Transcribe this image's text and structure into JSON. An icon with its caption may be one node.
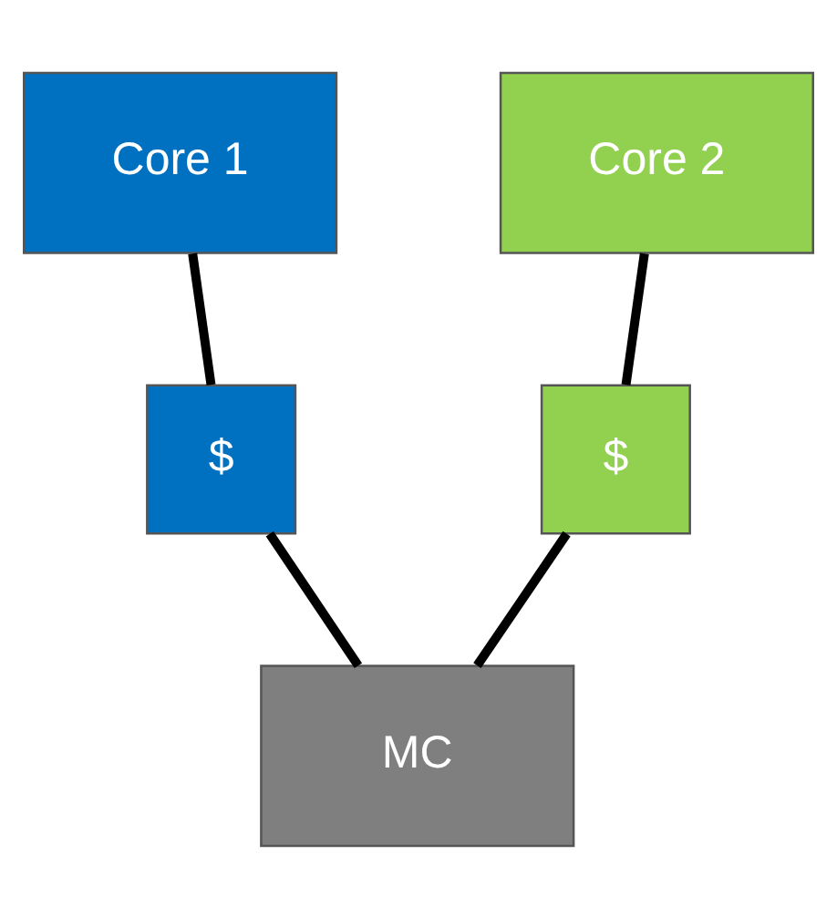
{
  "diagram": {
    "nodes": [
      {
        "text": [
          "Core 1"
        ]
      },
      {
        "text": [
          "Core 2"
        ]
      },
      {
        "text": [
          "$"
        ]
      },
      {
        "text": [
          "$"
        ]
      },
      {
        "text": [
          "MC"
        ]
      }
    ],
    "edges": [
      {
        "from": 0,
        "to": 2,
        "arrow": "none"
      },
      {
        "from": 1,
        "to": 3,
        "arrow": "none"
      },
      {
        "from": 2,
        "to": 4,
        "arrow": "none"
      },
      {
        "from": 3,
        "to": 4,
        "arrow": "none"
      }
    ]
  }
}
